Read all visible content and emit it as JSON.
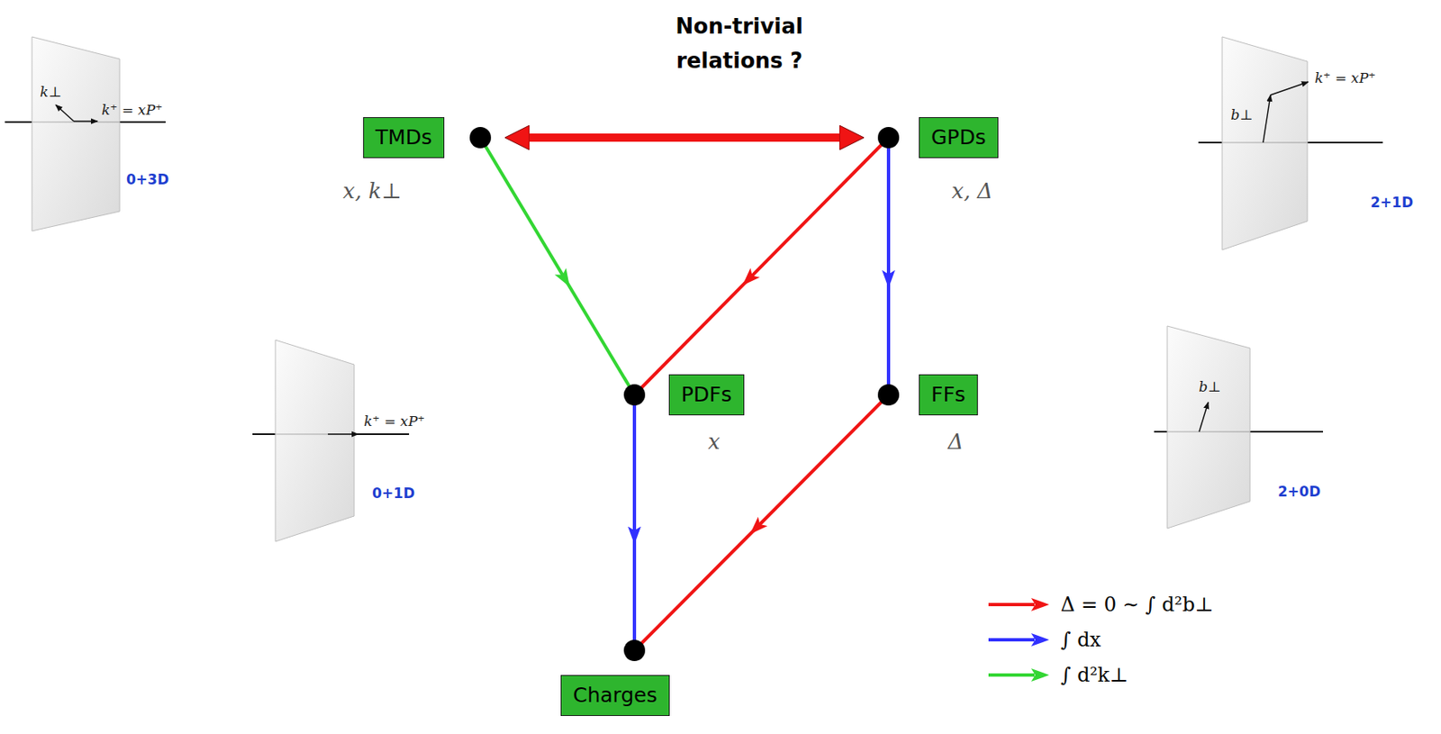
{
  "diagram": {
    "nodes": [
      {
        "text": [
          "TMDs",
          "x, k⊥"
        ]
      },
      {
        "text": [
          "GPDs",
          "x, Δ"
        ]
      },
      {
        "text": [
          "PDFs",
          "x"
        ]
      },
      {
        "text": [
          "FFs",
          "Δ"
        ]
      },
      {
        "text": [
          "Charges"
        ]
      }
    ],
    "edges": [
      {
        "from": 0,
        "to": 1,
        "arrow": "both"
      },
      {
        "from": 0,
        "to": 2,
        "arrow": "to"
      },
      {
        "from": 1,
        "to": 2,
        "arrow": "to"
      },
      {
        "from": 1,
        "to": 3,
        "arrow": "to"
      },
      {
        "from": 2,
        "to": 4,
        "arrow": "to"
      },
      {
        "from": 3,
        "to": 4,
        "arrow": "to"
      }
    ],
    "labels": [
      "Non-trivial relations ?",
      "k⊥",
      "k⁺ = xP⁺",
      "0+3D",
      "b⊥",
      "k⁺ = xP⁺",
      "2+1D",
      "k⁺ = xP⁺",
      "0+1D",
      "b⊥",
      "2+0D"
    ],
    "legend": [
      {
        "text": "Δ = 0 ∼ ∫ d²b⊥"
      },
      {
        "text": "∫ dx"
      },
      {
        "text": "∫ d²k⊥"
      }
    ]
  }
}
